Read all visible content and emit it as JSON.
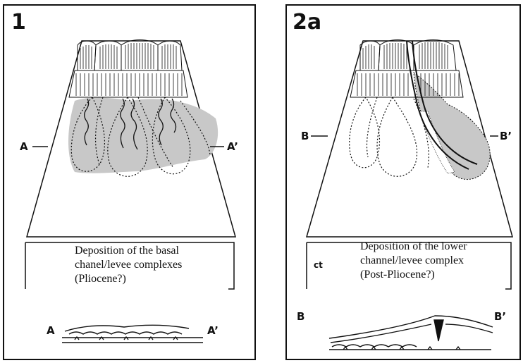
{
  "panel_1": {
    "label": "1",
    "caption_lines": [
      "Deposition of the basal",
      "chanel/levee complexes",
      "(Pliocene?)"
    ],
    "section_start": "A",
    "section_end": "A’",
    "profile_start": "A",
    "profile_end": "A’"
  },
  "panel_2a": {
    "label": "2a",
    "caption_lines": [
      "Deposition of the lower",
      "channel/levee complex",
      "(Post-Pliocene?)"
    ],
    "side_mark": "ct",
    "section_start": "B",
    "section_end": "B’",
    "profile_start": "B",
    "profile_end": "B’"
  },
  "colors": {
    "line": "#111111",
    "shade": "#c8c8c8"
  }
}
